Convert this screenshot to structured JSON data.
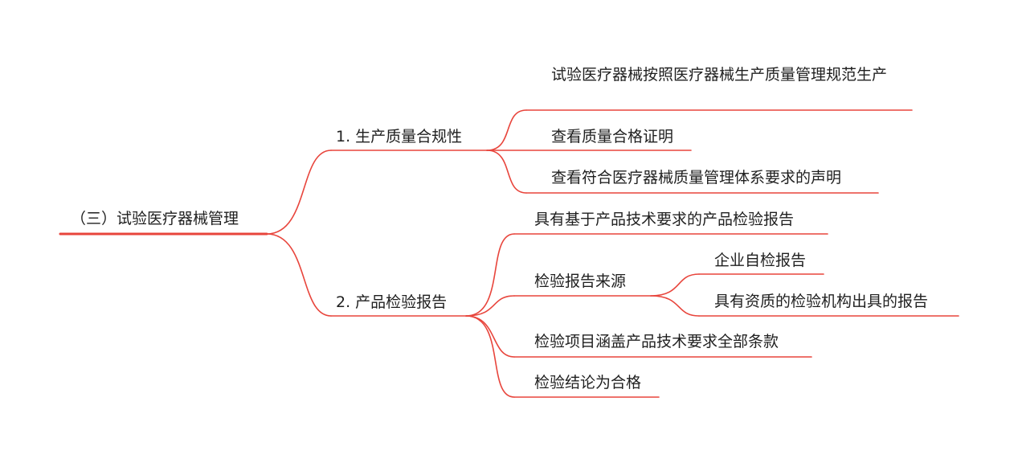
{
  "root": {
    "label": "（三）试验医疗器械管理"
  },
  "branch1": {
    "label": "1. 生产质量合规性",
    "items": [
      "试验医疗器械按照医疗器械生产质量管理规范生产",
      "查看质量合格证明",
      "查看符合医疗器械质量管理体系要求的声明"
    ]
  },
  "branch2": {
    "label": "2. 产品检验报告",
    "items": [
      "具有基于产品技术要求的产品检验报告",
      "检验报告来源",
      "检验项目涵盖产品技术要求全部条款",
      "检验结论为合格"
    ],
    "source_items": [
      "企业自检报告",
      "具有资质的检验机构出具的报告"
    ]
  },
  "colors": {
    "line": "#e8453c"
  }
}
